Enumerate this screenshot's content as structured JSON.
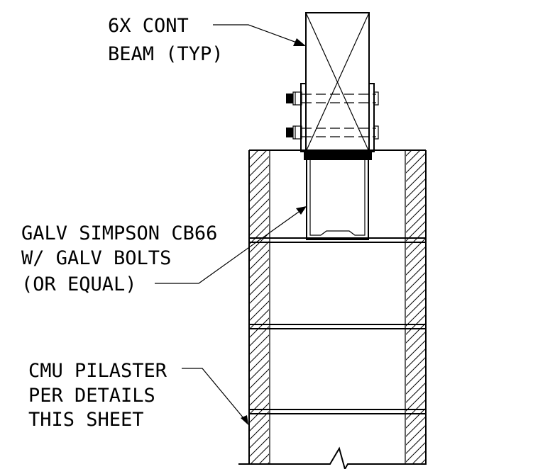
{
  "labels": {
    "beam": [
      "6X CONT",
      "BEAM (TYP)"
    ],
    "connector": [
      "GALV SIMPSON CB66",
      "W/ GALV BOLTS",
      "(OR EQUAL)"
    ],
    "pilaster": [
      "CMU PILASTER",
      "PER DETAILS",
      "THIS SHEET"
    ]
  }
}
